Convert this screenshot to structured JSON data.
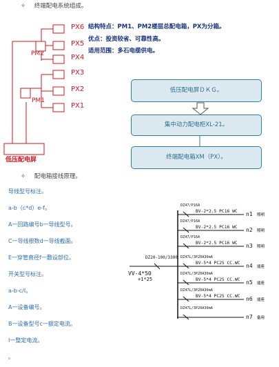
{
  "section1": {
    "bullet": "✧",
    "title": "终端配电系统组成。"
  },
  "features": {
    "line1": "结构特点：PM1、PM2楼层总配电箱，PX为分箱。",
    "line2": "优点：投资较省、可靠性高。",
    "line3": "适用范围：多石电缆供电。"
  },
  "diagram_left": {
    "px_labels": [
      "PX6",
      "PX5",
      "PX4",
      "PX3",
      "PX2",
      "PX1"
    ],
    "pm2": "PM2",
    "pm1": "PM1",
    "main": "低压配电屏"
  },
  "flow": {
    "box1": "低压配电屏ＤＫＧ。",
    "box2": "集中动力配电柜XL-21。",
    "box3": "终端配电箱XM（PX）。"
  },
  "section2": {
    "bullet": "✧",
    "title": "配电箱接线原理。"
  },
  "notes": [
    "导线型号标注。",
    "a-b（c*d）e-f。",
    "A一回路编号b一导线型号。",
    "C一导线根数d一导线截面。",
    "E一穿管直径f一敷设部位。",
    "开关型号标注。",
    "a-b-c/I。",
    "A一设备编号。",
    "B一设备型号c一额定电流。",
    "I一整定电流。",
    "。"
  ],
  "circuit": {
    "incoming_breaker": "DZ20-100/3300",
    "incoming_cable_1": "VV-4*50",
    "incoming_cable_2": "+1*25",
    "branches": [
      {
        "breaker": "DZ47/P16A",
        "line": "BV-2*2.5 PC16 WC",
        "id": "n1",
        "use": "照明"
      },
      {
        "breaker": "DZ47/P16A",
        "line": "BV-2*2.5 PC16 WC",
        "id": "n2",
        "use": "照明"
      },
      {
        "breaker": "DZ47/P16A",
        "line": "BV-2*2.5 PC16 WC",
        "id": "n3",
        "use": "照明"
      },
      {
        "breaker": "DZ47L/3P20A30mA",
        "line": "BV-5*4 PC25 CC.WC",
        "id": "n4",
        "use": "插座"
      },
      {
        "breaker": "DZ47L/3P20A30mA",
        "line": "BV-5*4 PC25 CC.WC",
        "id": "n5",
        "use": "插座"
      },
      {
        "breaker": "DZ47L/3P20A30mA",
        "line": "BV-5*4 PC25 CC.WC",
        "id": "n6",
        "use": "插座"
      },
      {
        "breaker": "DZ47L/3P20A30mA",
        "line": "",
        "id": "n7",
        "use": "备用"
      }
    ]
  }
}
